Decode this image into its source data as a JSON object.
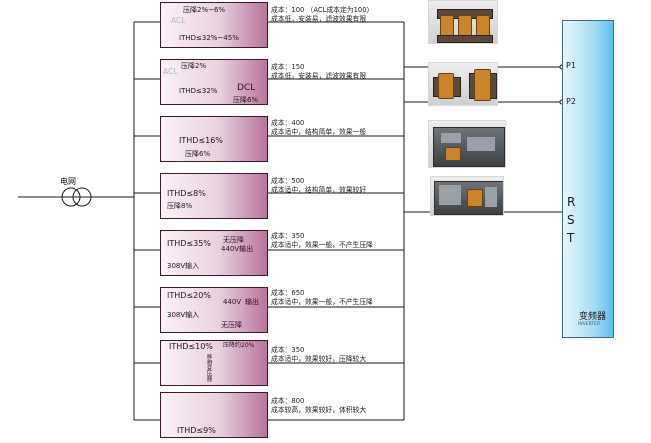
{
  "grid": {
    "label": "电网"
  },
  "inverter": {
    "ports": [
      "P1",
      "P2"
    ],
    "rst": [
      "R",
      "S",
      "T"
    ],
    "label_cn": "变频器",
    "label_en": "INVERTER"
  },
  "filters": [
    {
      "type": "ACL",
      "box_lines": [
        "压降2%~6%",
        "ACL",
        "ITHD≤32%~45%"
      ],
      "desc": [
        "成本：100 （ACL成本定为100）",
        "成本低，安装易，滤波效果有限"
      ]
    },
    {
      "type": "DCL",
      "box_lines": [
        "压降2%",
        "ACL",
        "ITHD≤32%",
        "DCL",
        "压降6%"
      ],
      "desc": [
        "成本：150",
        "成本低，安装易，滤波效果有限"
      ]
    },
    {
      "type": "passive-16",
      "box_lines": [
        "ITHD≤16%",
        "压降6%"
      ],
      "desc": [
        "成本：400",
        "成本适中，结构简单，效果一般"
      ]
    },
    {
      "type": "passive-8",
      "box_lines": [
        "ITHD≤8%",
        "压降8%"
      ],
      "desc": [
        "成本：500",
        "成本适中，结构简单，效果较好"
      ]
    },
    {
      "type": "autotransformer-35",
      "box_lines": [
        "ITHD≤35%",
        "无压降",
        "440V输出",
        "308V输入"
      ],
      "desc": [
        "成本：350",
        "成本适中，效果一般，不产生压降"
      ]
    },
    {
      "type": "autotransformer-20",
      "box_lines": [
        "ITHD≤20%",
        "440V",
        "输出",
        "308V输入",
        "无压降"
      ],
      "desc": [
        "成本：650",
        "成本适中，效果一般，不产生压降"
      ]
    },
    {
      "type": "phase-shift-10",
      "box_lines": [
        "ITHD≤10%",
        "压降约20%",
        "移相变压器"
      ],
      "desc": [
        "成本：350",
        "成本适中，效果较好，压降较大"
      ]
    },
    {
      "type": "multipulse-9",
      "box_lines": [
        "ITHD≤9%"
      ],
      "desc": [
        "成本：800",
        "成本较高，效果较好，体积较大"
      ]
    }
  ],
  "photos": [
    {
      "subject": "ACL reactor",
      "icon": "reactor-icon"
    },
    {
      "subject": "DCL reactor",
      "icon": "reactor-icon"
    },
    {
      "subject": "passive filter cabinet",
      "icon": "filter-cabinet-icon"
    },
    {
      "subject": "passive filter cabinet",
      "icon": "filter-cabinet-icon"
    }
  ]
}
